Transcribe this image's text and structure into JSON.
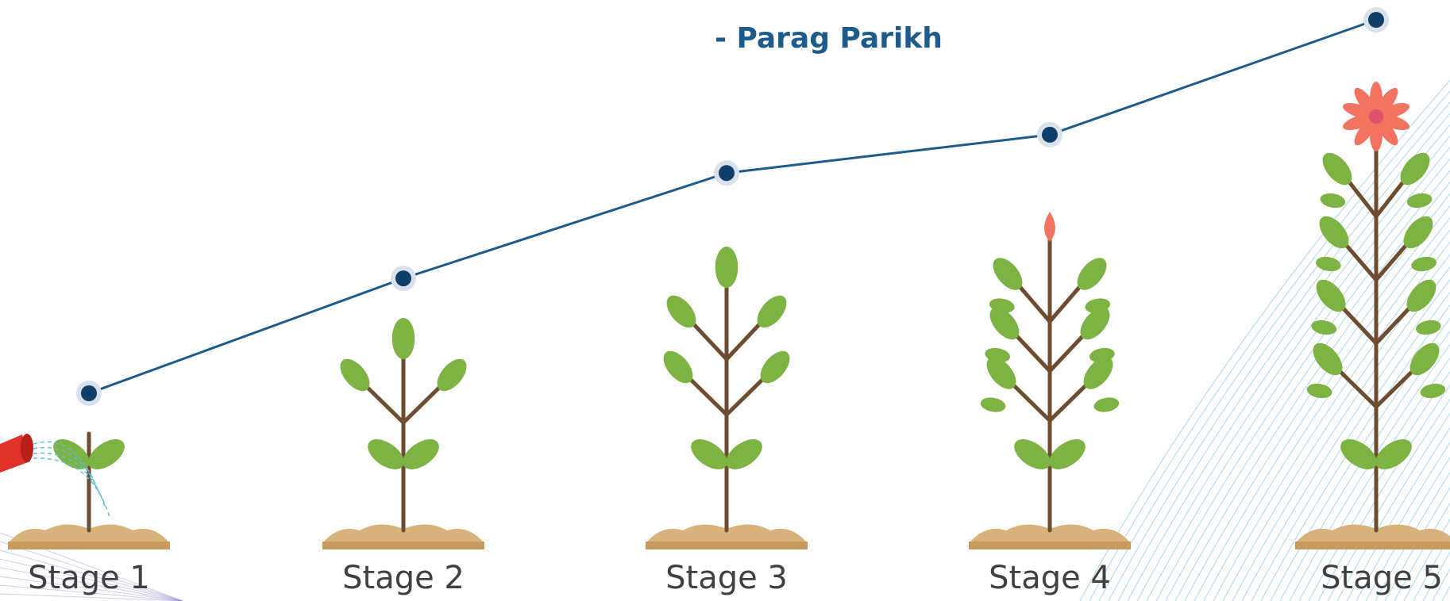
{
  "attribution": "- Parag Parikh",
  "stages": [
    {
      "label": "Stage 1",
      "level": 1,
      "growth": 0.22
    },
    {
      "label": "Stage 2",
      "level": 2,
      "growth": 0.46
    },
    {
      "label": "Stage 3",
      "level": 3,
      "growth": 0.68
    },
    {
      "label": "Stage 4",
      "level": 4,
      "growth": 0.76
    },
    {
      "label": "Stage 5",
      "level": 5,
      "growth": 1.0
    }
  ],
  "colors": {
    "line": "#1b5c8c",
    "marker": "#0f3e6b",
    "leaf": "#7cb342",
    "stem": "#6d4c2f",
    "soil": "#d8b27a",
    "flower": "#f2735f",
    "can": "#e0312a",
    "water": "#5bc0de",
    "decor": "#4aa3d8"
  },
  "icons": [
    "watering-can-icon",
    "flower-icon",
    "bud-icon"
  ]
}
